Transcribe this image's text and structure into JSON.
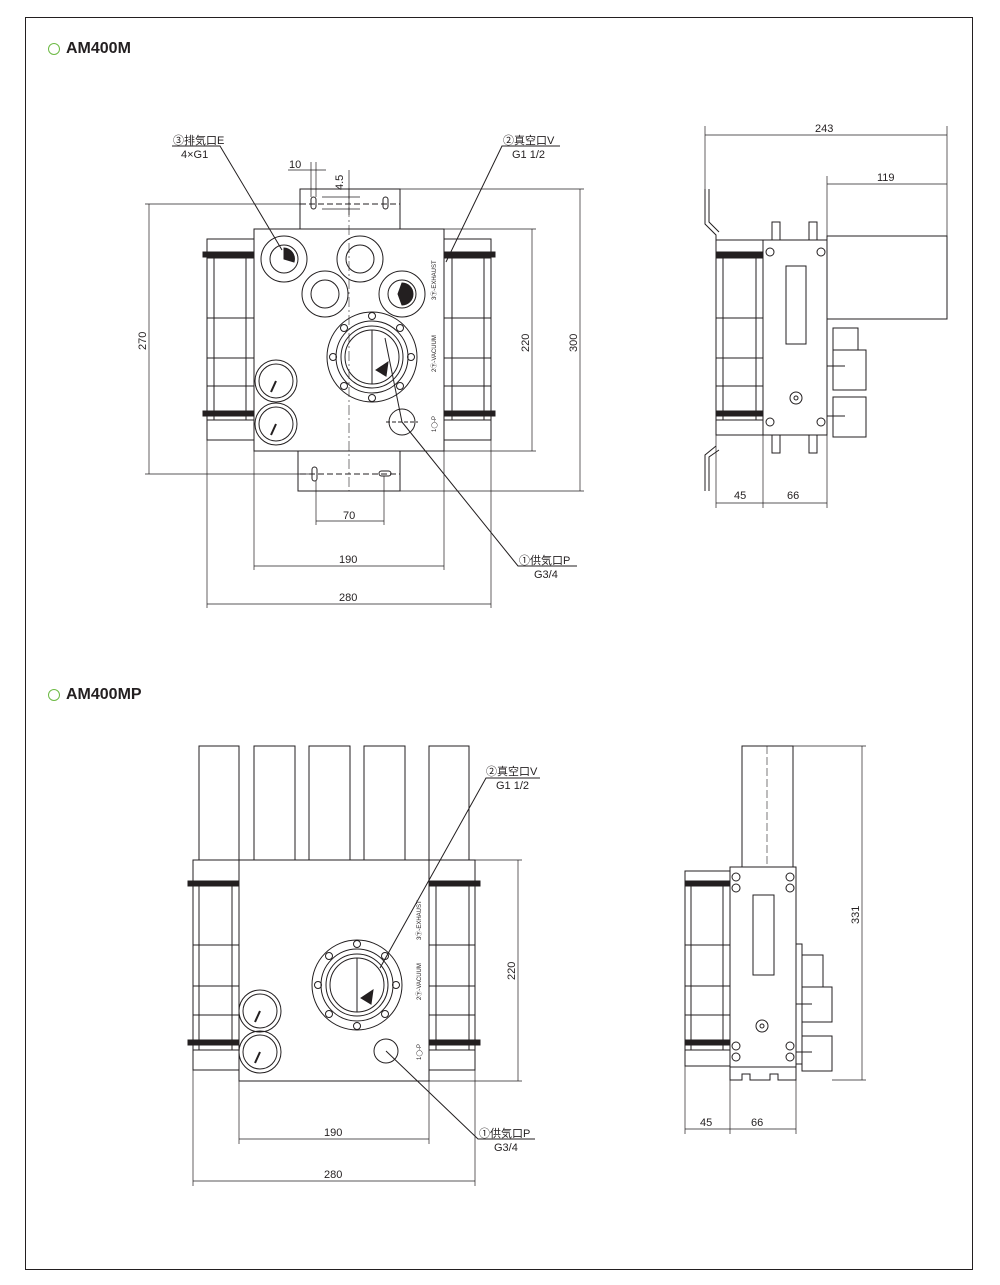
{
  "sections": [
    {
      "title": "AM400M"
    },
    {
      "title": "AM400MP"
    }
  ],
  "colors": {
    "marker": "#6dba45",
    "line": "#231f20"
  },
  "icons": {
    "section_marker": "circle-outline-icon"
  },
  "am400m": {
    "front": {
      "exhaust_label": "③排気口E",
      "exhaust_spec": "4×G1",
      "vacuum_label": "②真空口V",
      "vacuum_spec": "G1 1/2",
      "supply_label": "①供気口P",
      "supply_spec": "G3/4",
      "port_text_exhaust": "3㊦-EXHAUST",
      "port_text_vacuum": "2㊦-VACUUM",
      "port_text_supply": "1◯-P",
      "dims": {
        "d10": "10",
        "d45": "4.5",
        "d270": "270",
        "d220": "220",
        "d300": "300",
        "d70": "70",
        "d190": "190",
        "d280": "280"
      }
    },
    "side": {
      "dims": {
        "d243": "243",
        "d119": "119",
        "d45": "45",
        "d66": "66"
      }
    }
  },
  "am400mp": {
    "front": {
      "vacuum_label": "②真空口V",
      "vacuum_spec": "G1 1/2",
      "supply_label": "①供気口P",
      "supply_spec": "G3/4",
      "port_text_exhaust": "3㊦-EXHAUST",
      "port_text_vacuum": "2㊦-VACUUM",
      "port_text_supply": "1◯-P",
      "dims": {
        "d220": "220",
        "d190": "190",
        "d280": "280"
      }
    },
    "side": {
      "dims": {
        "d331": "331",
        "d45": "45",
        "d66": "66"
      }
    }
  }
}
